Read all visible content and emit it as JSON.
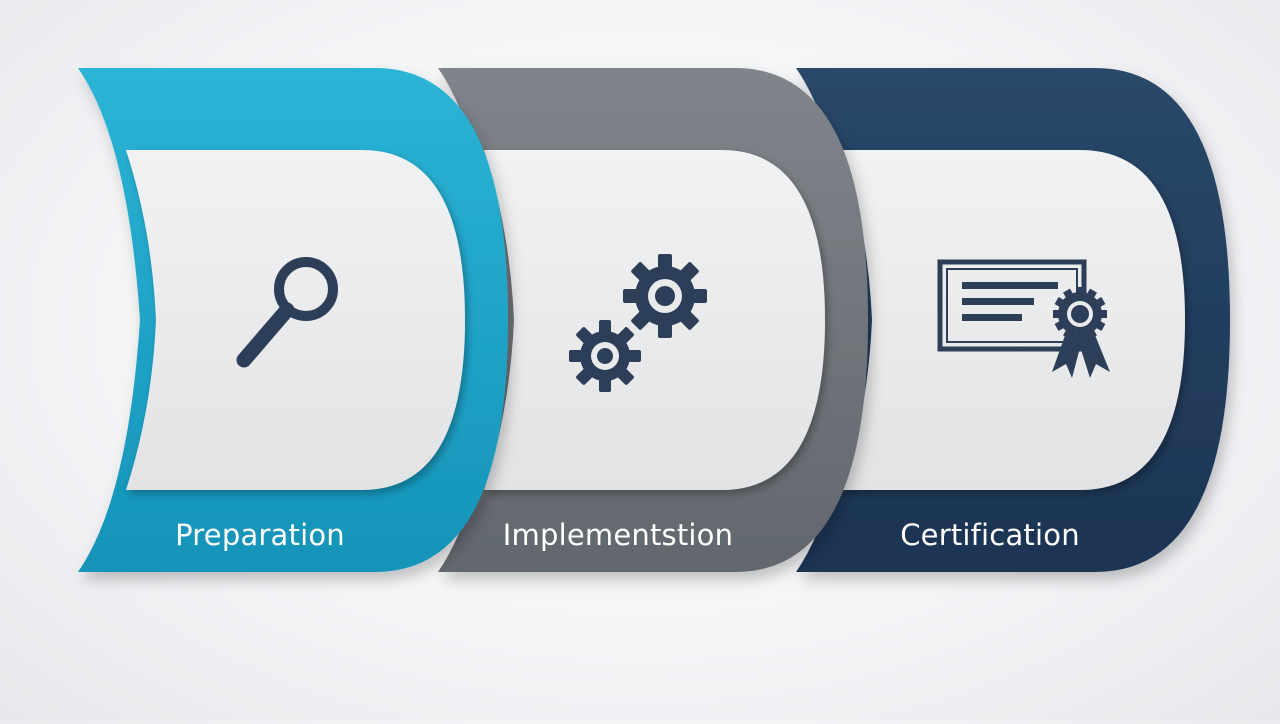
{
  "steps": [
    {
      "label": "Preparation",
      "color": "#1fa6c8",
      "icon": "magnifier-icon"
    },
    {
      "label": "Implementstion",
      "color": "#6f747a",
      "icon": "gears-icon"
    },
    {
      "label": "Certification",
      "color": "#223d5e",
      "icon": "certificate-icon"
    }
  ],
  "colors": {
    "icon": "#2c3e58",
    "panel": "#e9eaec",
    "background": "#f4f5f7"
  }
}
